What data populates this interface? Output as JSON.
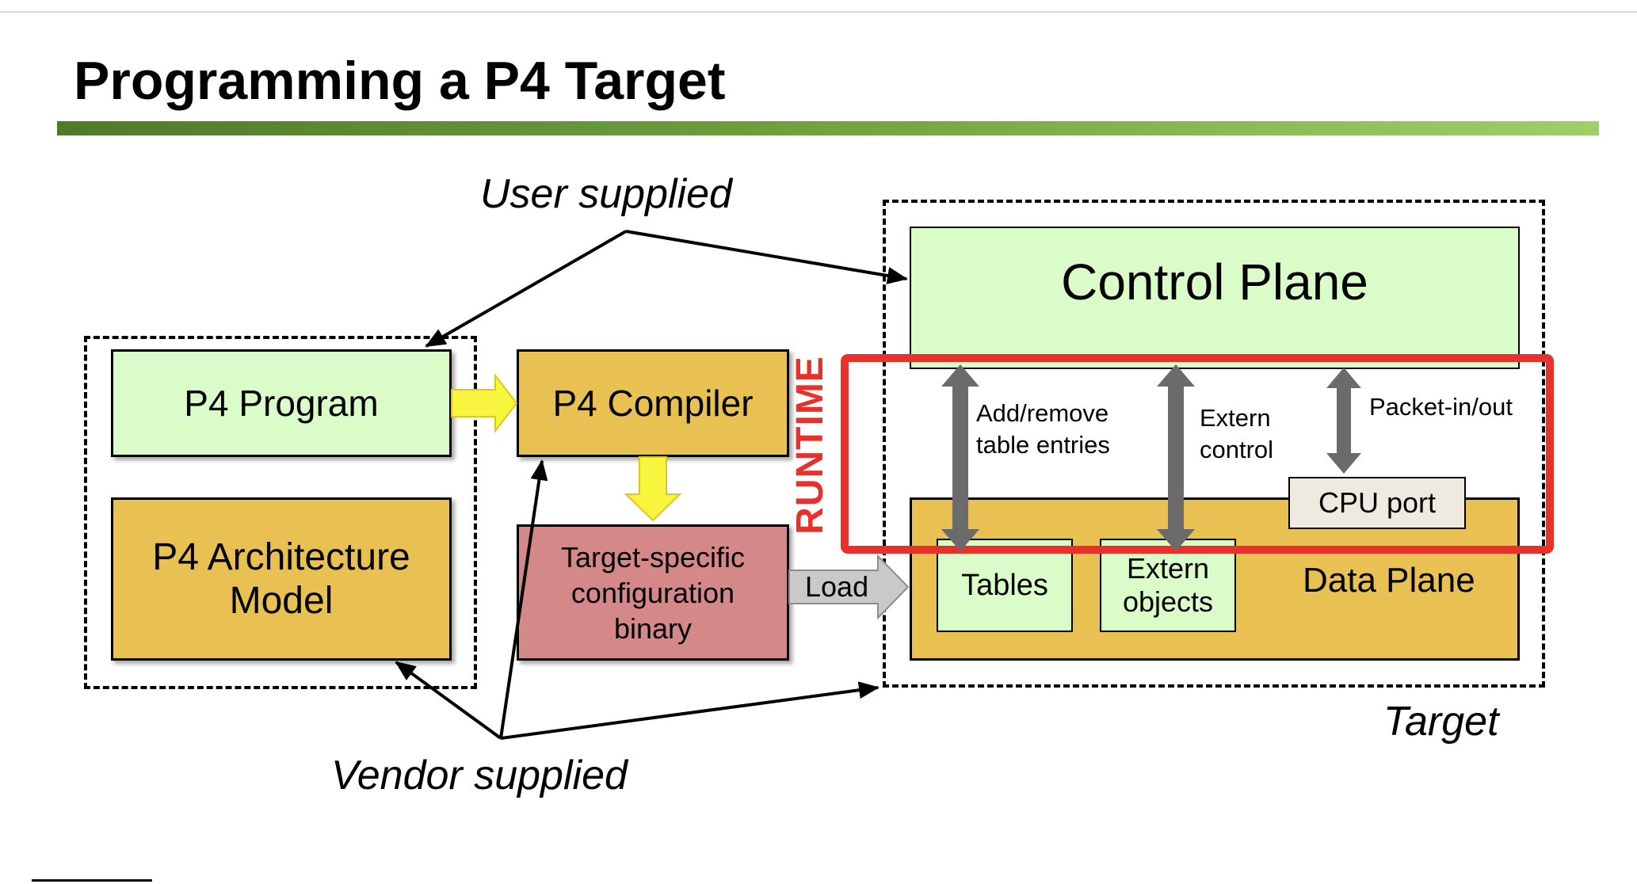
{
  "slide": {
    "title": "Programming a P4 Target"
  },
  "labels": {
    "user_supplied": "User supplied",
    "vendor_supplied": "Vendor supplied",
    "target": "Target",
    "runtime": "RUNTIME",
    "load": "Load"
  },
  "boxes": {
    "p4_program": "P4 Program",
    "p4_architecture_model_line1": "P4 Architecture",
    "p4_architecture_model_line2": "Model",
    "p4_compiler": "P4 Compiler",
    "target_binary_line1": "Target-specific",
    "target_binary_line2": "configuration",
    "target_binary_line3": "binary",
    "control_plane": "Control Plane",
    "data_plane": "Data Plane",
    "tables": "Tables",
    "extern_objects_line1": "Extern",
    "extern_objects_line2": "objects",
    "cpu_port": "CPU port"
  },
  "runtime_arrows": {
    "add_remove_line1": "Add/remove",
    "add_remove_line2": "table entries",
    "extern_control_line1": "Extern",
    "extern_control_line2": "control",
    "packet_in_out": "Packet-in/out"
  },
  "colors": {
    "green_box": "#d9fcc9",
    "gold_box": "#e8c152",
    "pink_box": "#d48888",
    "runtime_red": "#e8312a",
    "yellow_arrow": "#f7f53d",
    "gray_arrow": "#6b6b6b"
  }
}
